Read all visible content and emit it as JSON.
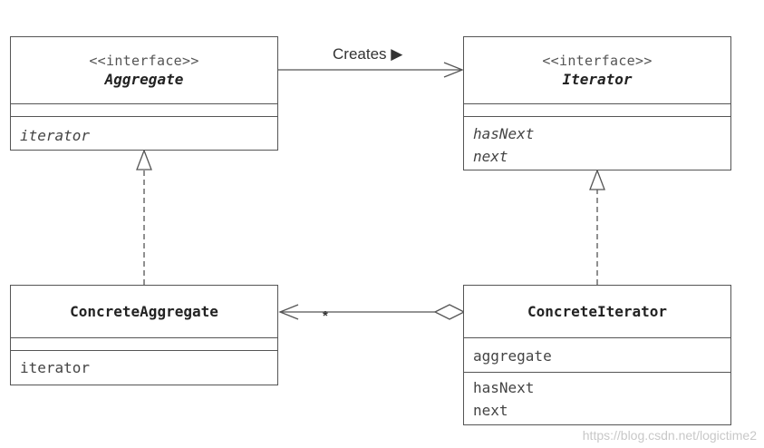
{
  "classes": {
    "aggregate": {
      "stereotype": "<<interface>>",
      "name": "Aggregate",
      "methods": [
        "iterator"
      ]
    },
    "iterator": {
      "stereotype": "<<interface>>",
      "name": "Iterator",
      "methods": [
        "hasNext",
        "next"
      ]
    },
    "concrete_aggregate": {
      "name": "ConcreteAggregate",
      "methods": [
        "iterator"
      ]
    },
    "concrete_iterator": {
      "name": "ConcreteIterator",
      "fields": [
        "aggregate"
      ],
      "methods": [
        "hasNext",
        "next"
      ]
    }
  },
  "relations": {
    "creates_label": "Creates ▶",
    "multiplicity": "*"
  },
  "watermark": "https://blog.csdn.net/logictime2"
}
